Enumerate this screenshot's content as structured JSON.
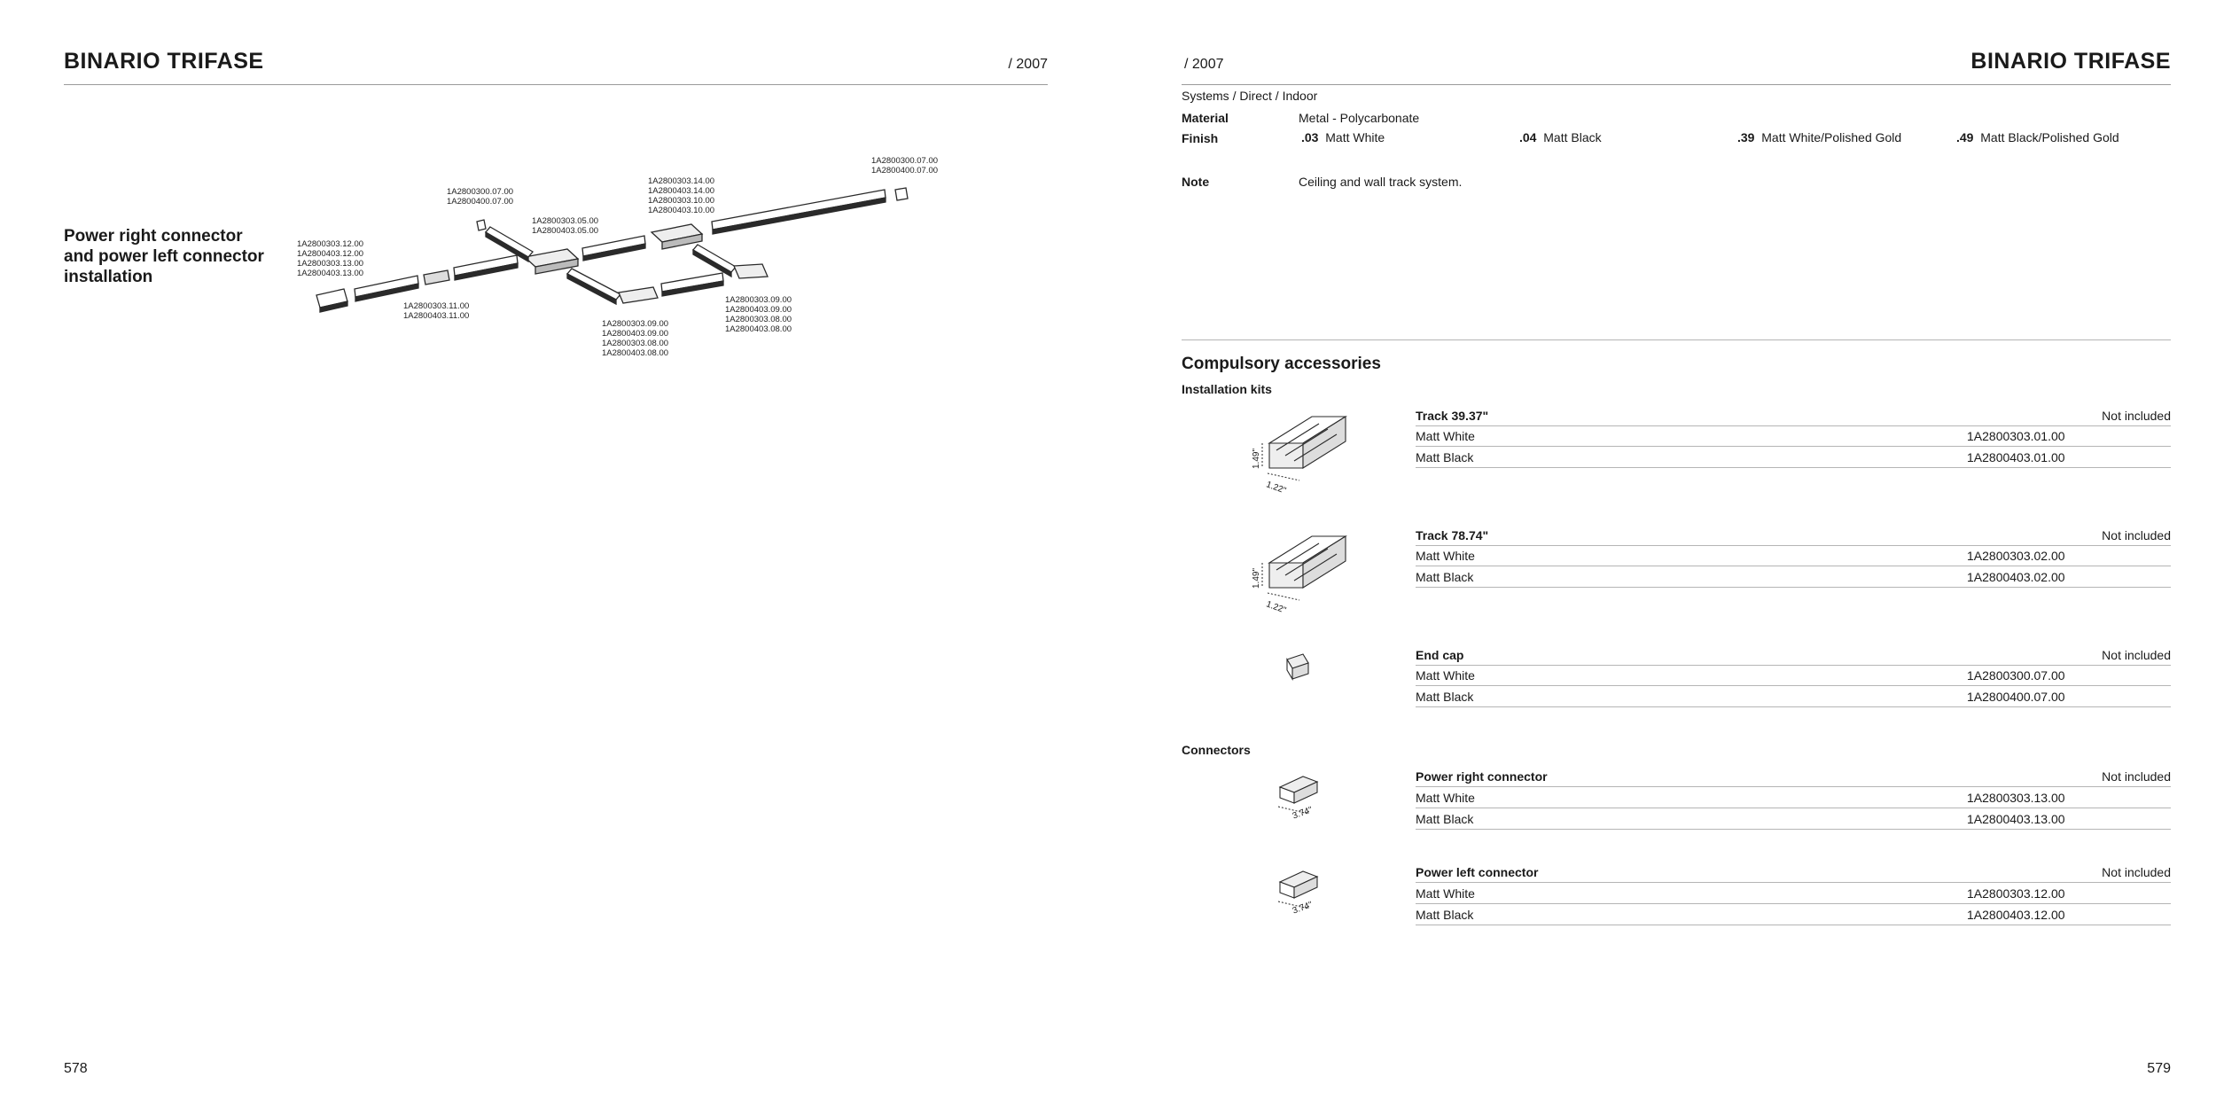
{
  "left_page": {
    "title": "BINARIO TRIFASE",
    "year": "/ 2007",
    "heading": "Power right connector and power left connector installation",
    "page_number": "578",
    "diagram_labels": [
      "1A2800303.12.00\n1A2800403.12.00\n1A2800303.13.00\n1A2800403.13.00",
      "1A2800300.07.00\n1A2800400.07.00",
      "1A2800303.05.00\n1A2800403.05.00",
      "1A2800303.14.00\n1A2800403.14.00\n1A2800303.10.00\n1A2800403.10.00",
      "1A2800300.07.00\n1A2800400.07.00",
      "1A2800303.11.00\n1A2800403.11.00",
      "1A2800303.09.00\n1A2800403.09.00\n1A2800303.08.00\n1A2800403.08.00",
      "1A2800303.09.00\n1A2800403.09.00\n1A2800303.08.00\n1A2800403.08.00"
    ]
  },
  "right_page": {
    "year": "/ 2007",
    "title": "BINARIO TRIFASE",
    "page_number": "579",
    "breadcrumb": "Systems / Direct / Indoor",
    "material_label": "Material",
    "material_value": "Metal - Polycarbonate",
    "finish_label": "Finish",
    "finishes": [
      {
        "code": ".03",
        "name": "Matt White"
      },
      {
        "code": ".04",
        "name": "Matt Black"
      },
      {
        "code": ".39",
        "name": "Matt White/Polished Gold"
      },
      {
        "code": ".49",
        "name": "Matt Black/Polished Gold"
      }
    ],
    "note_label": "Note",
    "note_value": "Ceiling and wall track system.",
    "accessories_title": "Compulsory accessories",
    "installation_kits_label": "Installation kits",
    "connectors_label": "Connectors",
    "products": [
      {
        "name": "Track 39.37\"",
        "status": "Not included",
        "dim_a": "1.49\"",
        "dim_b": "1.22\"",
        "rows": [
          {
            "finish": "Matt White",
            "code": "1A2800303.01.00"
          },
          {
            "finish": "Matt Black",
            "code": "1A2800403.01.00"
          }
        ]
      },
      {
        "name": "Track 78.74\"",
        "status": "Not included",
        "dim_a": "1.49\"",
        "dim_b": "1.22\"",
        "rows": [
          {
            "finish": "Matt White",
            "code": "1A2800303.02.00"
          },
          {
            "finish": "Matt Black",
            "code": "1A2800403.02.00"
          }
        ]
      },
      {
        "name": "End cap",
        "status": "Not included",
        "rows": [
          {
            "finish": "Matt White",
            "code": "1A2800300.07.00"
          },
          {
            "finish": "Matt Black",
            "code": "1A2800400.07.00"
          }
        ]
      },
      {
        "name": "Power right connector",
        "status": "Not included",
        "dim_a": "3.74\"",
        "rows": [
          {
            "finish": "Matt White",
            "code": "1A2800303.13.00"
          },
          {
            "finish": "Matt Black",
            "code": "1A2800403.13.00"
          }
        ]
      },
      {
        "name": "Power left connector",
        "status": "Not included",
        "dim_a": "3.74\"",
        "rows": [
          {
            "finish": "Matt White",
            "code": "1A2800303.12.00"
          },
          {
            "finish": "Matt Black",
            "code": "1A2800403.12.00"
          }
        ]
      }
    ]
  },
  "colors": {
    "text": "#1a1a1a",
    "rule": "#9a9a9a",
    "line_art": "#2a2a2a"
  }
}
